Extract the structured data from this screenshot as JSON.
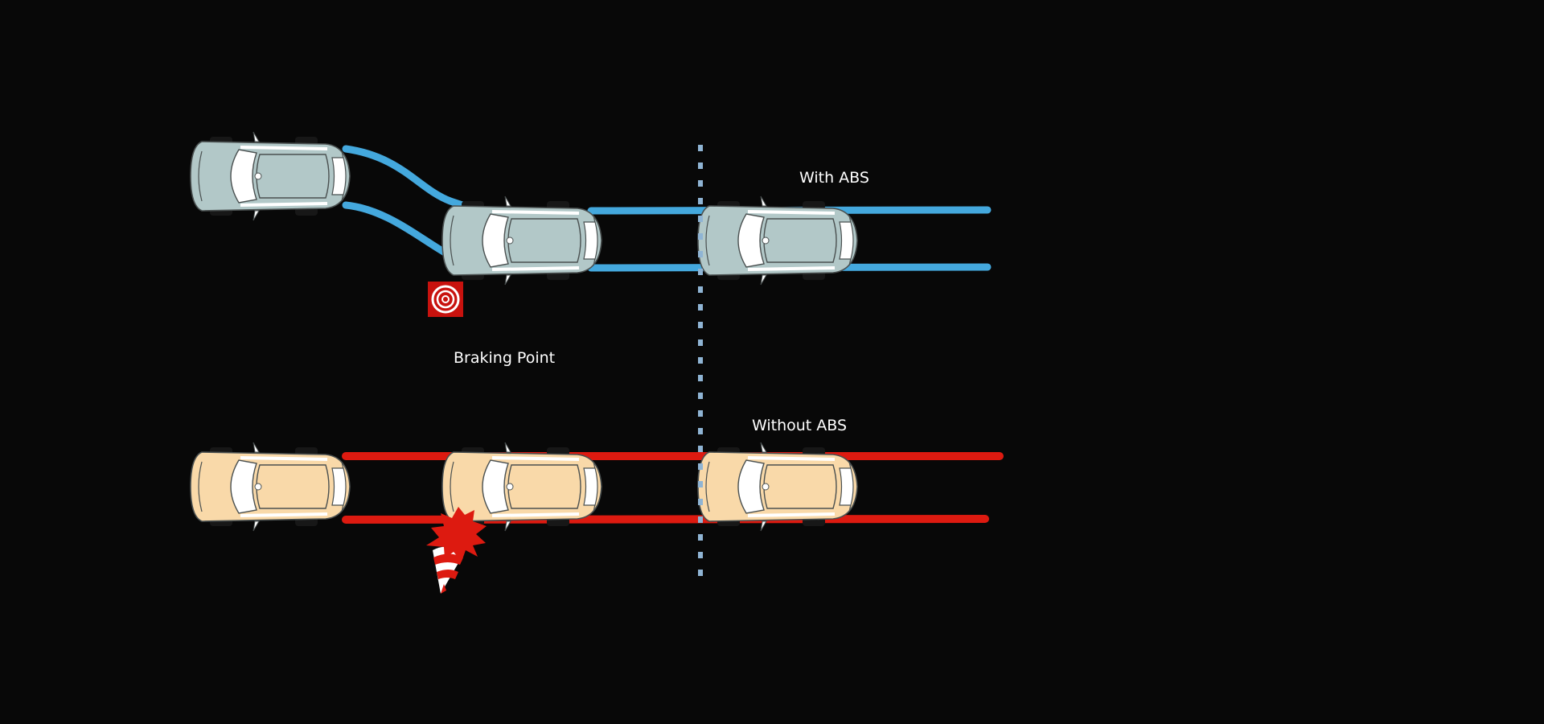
{
  "labels": {
    "with_abs": "With ABS",
    "without_abs": "Without ABS",
    "braking_point": "Braking Point"
  },
  "colors": {
    "background": "#080808",
    "abs_track": "#44a8dd",
    "no_abs_track": "#dd1a10",
    "abs_car_body": "#b2c8c8",
    "no_abs_car_body": "#f9d9a9",
    "braking_line": "#8fb4d4",
    "braking_icon": "#c8120e"
  },
  "icons": {
    "braking_point": "target-icon",
    "impact": "crash-burst-icon",
    "obstacle": "traffic-cone-icon"
  }
}
